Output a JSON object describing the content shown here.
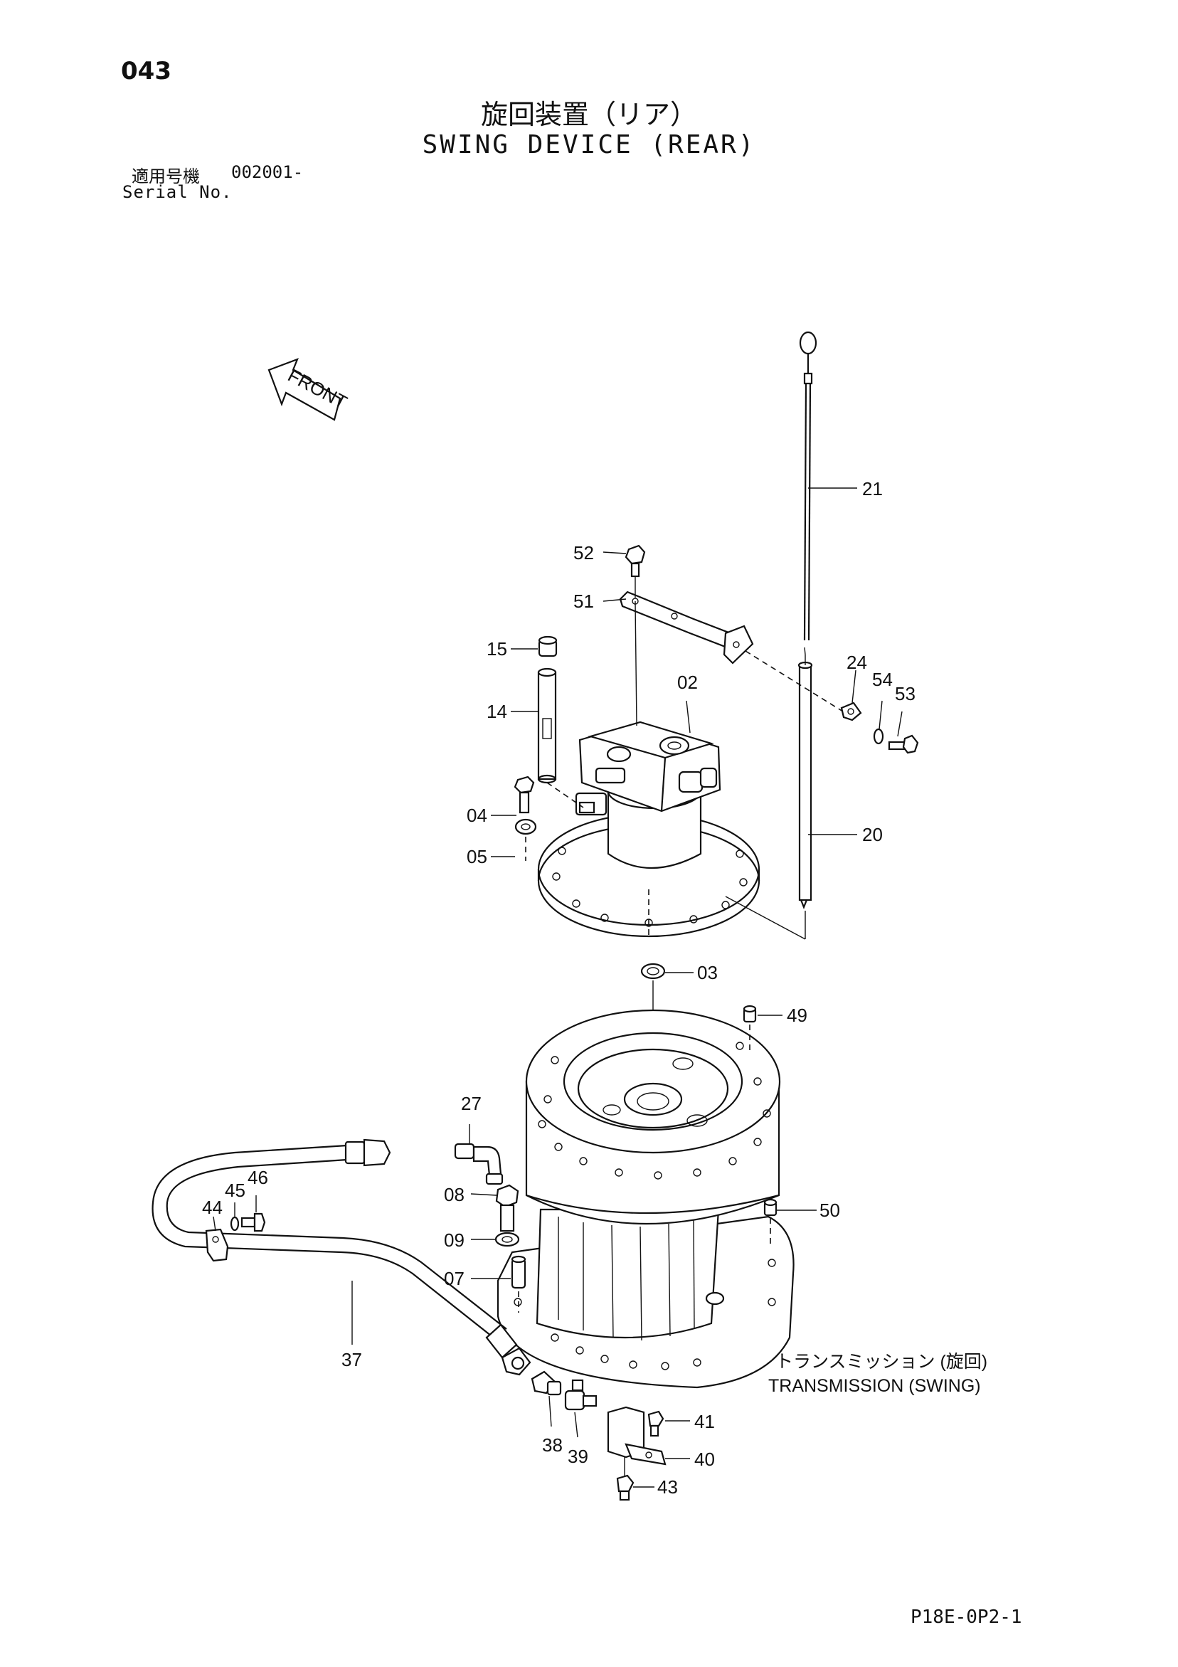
{
  "header": {
    "page_number": "043",
    "title_jp": "旋回装置（リア）",
    "title_en": "SWING DEVICE (REAR)",
    "serial_label_jp": "適用号機",
    "serial_value": "002001-",
    "serial_label_en": "Serial No."
  },
  "front_arrow": {
    "label": "FRONT"
  },
  "callouts": {
    "p02": "02",
    "p03": "03",
    "p04": "04",
    "p05": "05",
    "p07": "07",
    "p08": "08",
    "p09": "09",
    "p14": "14",
    "p15": "15",
    "p20": "20",
    "p21": "21",
    "p24": "24",
    "p27": "27",
    "p37": "37",
    "p38": "38",
    "p39": "39",
    "p40": "40",
    "p41": "41",
    "p43": "43",
    "p44": "44",
    "p45": "45",
    "p46": "46",
    "p49": "49",
    "p50": "50",
    "p51": "51",
    "p52": "52",
    "p53": "53",
    "p54": "54"
  },
  "transmission_label": {
    "jp": "トランスミッション (旋回)",
    "en": "TRANSMISSION (SWING)"
  },
  "footer": {
    "reference_code": "P18E-0P2-1"
  }
}
